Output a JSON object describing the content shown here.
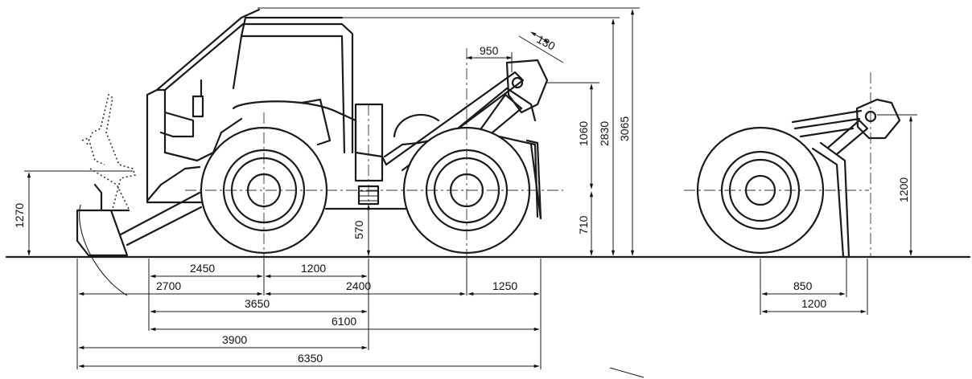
{
  "dimensions": {
    "d1270": "1270",
    "d570": "570",
    "d710": "710",
    "d1060": "1060",
    "d2830": "2830",
    "d3065": "3065",
    "d950": "950",
    "d130": "130",
    "d1200_height": "1200",
    "d2450": "2450",
    "d1200_wheelbase_half": "1200",
    "d2700": "2700",
    "d2400": "2400",
    "d1250": "1250",
    "d3650": "3650",
    "d6100": "6100",
    "d3900": "3900",
    "d6350": "6350",
    "d850": "850",
    "d1200_rear": "1200"
  },
  "colors": {
    "line": "#1a1a1a",
    "background": "#ffffff"
  }
}
